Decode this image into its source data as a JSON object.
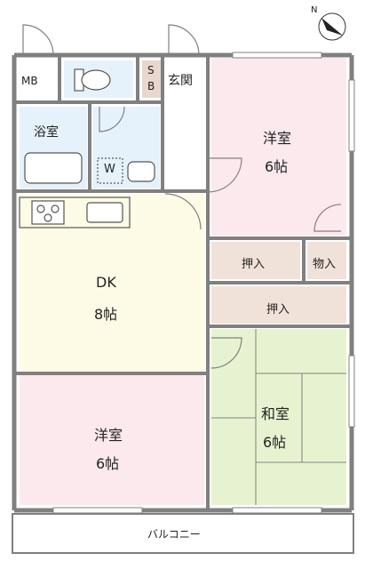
{
  "compass": {
    "letter": "N"
  },
  "rooms": {
    "mb": "MB",
    "sb_top": "S",
    "sb_bottom": "B",
    "entrance": "玄関",
    "bath": "浴室",
    "washer": "W",
    "western_room_1": {
      "name": "洋室",
      "size": "6帖"
    },
    "dk": {
      "name": "DK",
      "size": "8帖"
    },
    "western_room_2": {
      "name": "洋室",
      "size": "6帖"
    },
    "japanese_room": {
      "name": "和室",
      "size": "6帖"
    },
    "closet_1": "押入",
    "storage": "物入",
    "closet_2": "押入",
    "balcony": "バルコニー"
  },
  "colors": {
    "wall": "#808080",
    "western_room": "#fbe9ee",
    "dk": "#fdfbe6",
    "japanese_room": "#e7f3d0",
    "wet_area": "#e6f2fb",
    "closet": "#f1e2d9",
    "sb": "#e9d6cc"
  }
}
